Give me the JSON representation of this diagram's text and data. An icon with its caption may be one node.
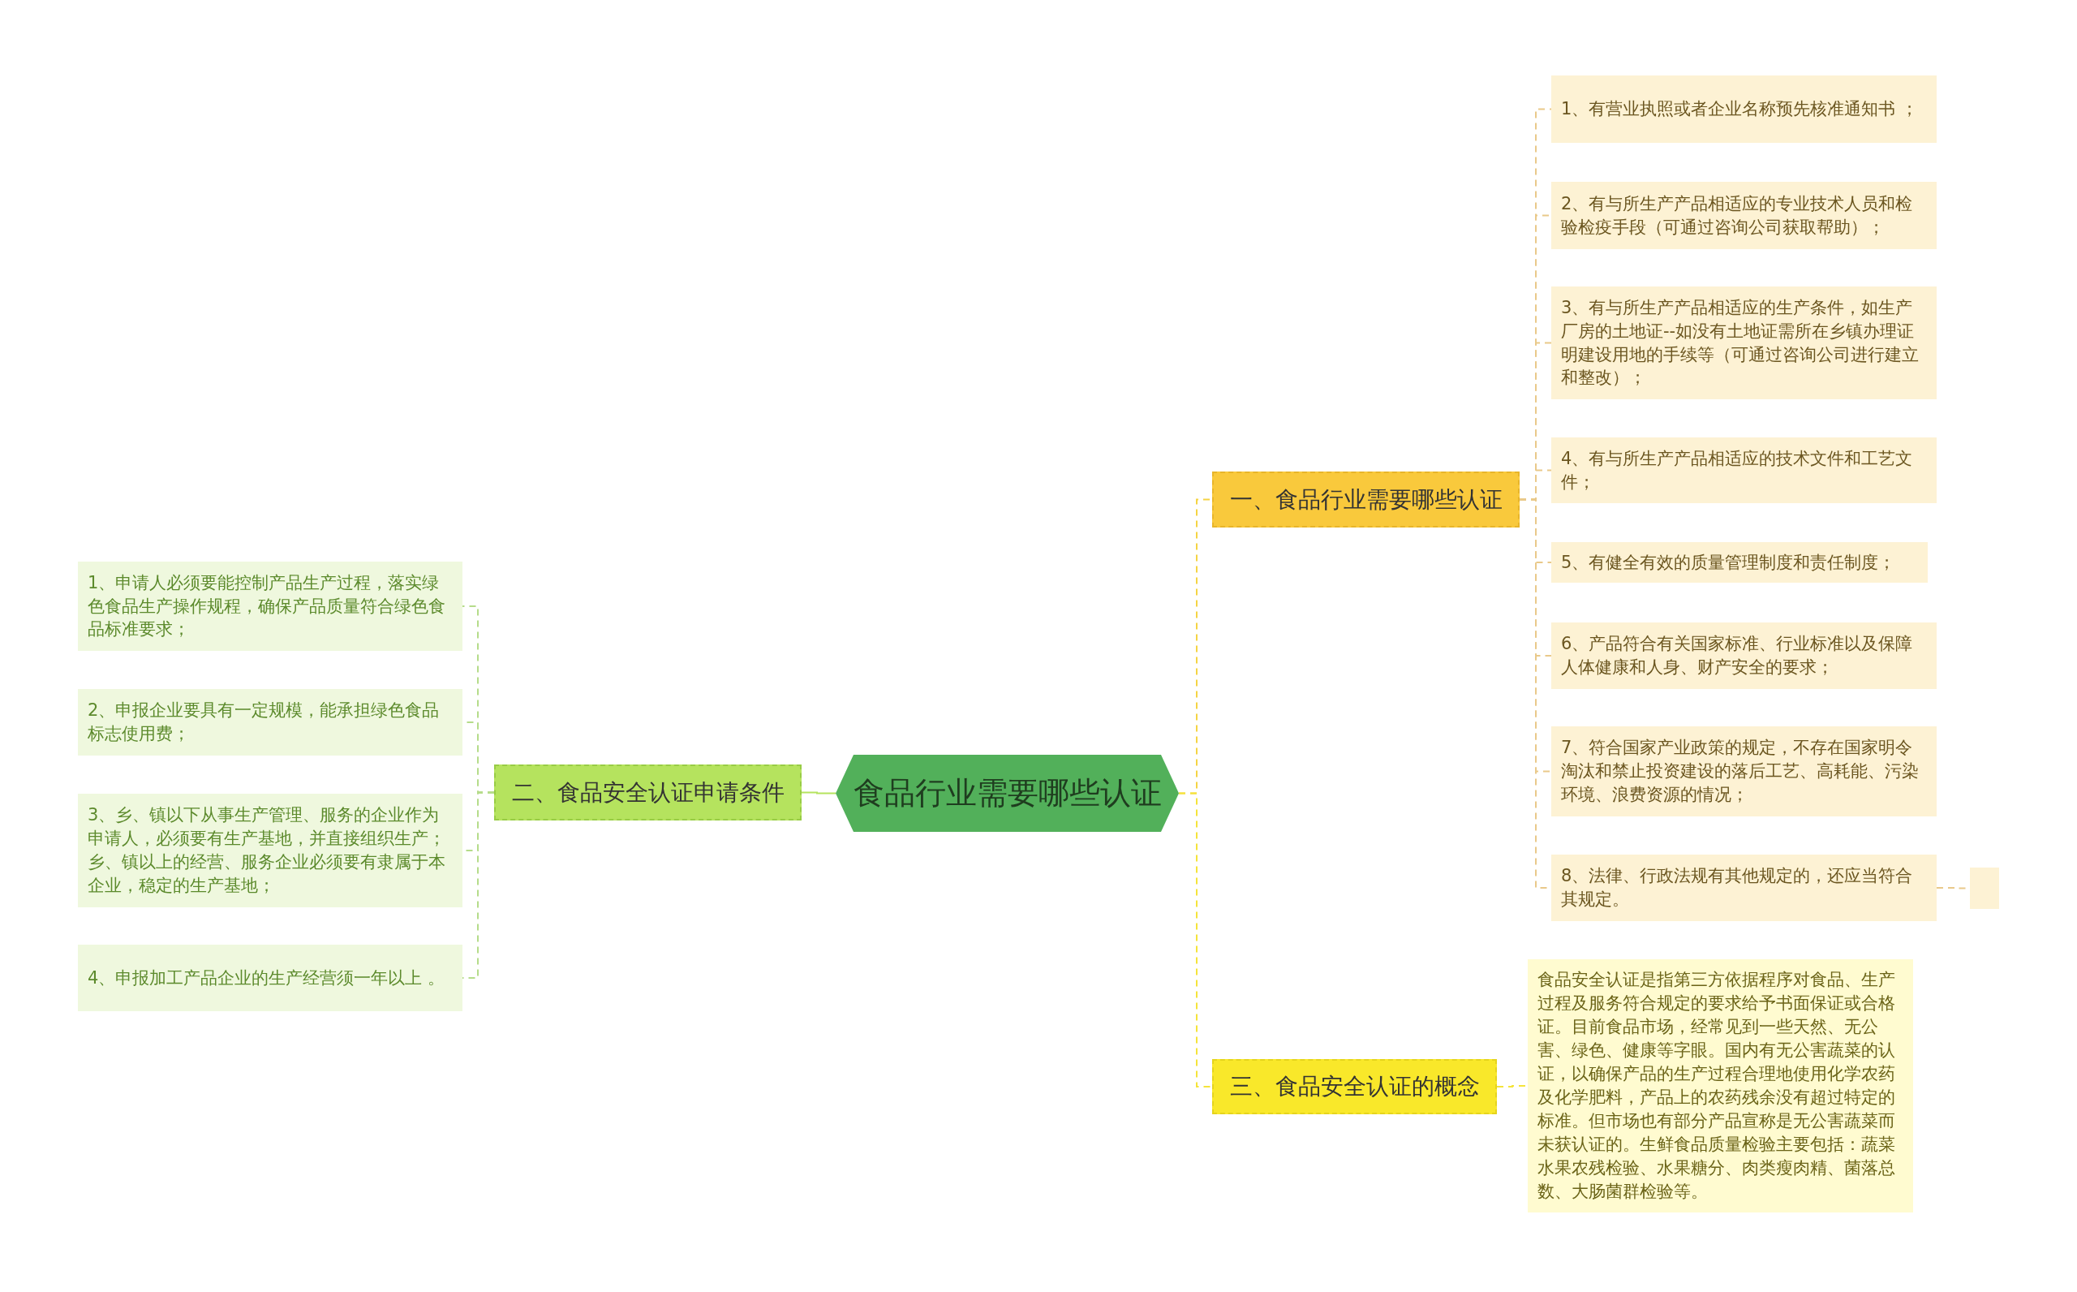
{
  "diagram": {
    "nodes": [
      {
        "text": [
          "食品行业需要哪些认证"
        ]
      },
      {
        "text": [
          "一、食品行业需要哪些认证"
        ]
      },
      {
        "text": [
          "1、有营业执照或者企业名称预先核准通知书 ；"
        ]
      },
      {
        "text": [
          "2、有与所生产产品相适应的专业技术人员和检验检疫手段（可通过咨询公司获取帮助）；"
        ]
      },
      {
        "text": [
          "3、有与所生产产品相适应的生产条件，如生产厂房的土地证--如没有土地证需所在乡镇办理证明建设用地的手续等（可通过咨询公司进行建立和整改）；"
        ]
      },
      {
        "text": [
          "4、有与所生产产品相适应的技术文件和工艺文件；"
        ]
      },
      {
        "text": [
          "5、有健全有效的质量管理制度和责任制度；"
        ]
      },
      {
        "text": [
          "6、产品符合有关国家标准、行业标准以及保障人体健康和人身、财产安全的要求；"
        ]
      },
      {
        "text": [
          "7、符合国家产业政策的规定，不存在国家明令淘汰和禁止投资建设的落后工艺、高耗能、污染环境、浪费资源的情况；"
        ]
      },
      {
        "text": [
          "8、法律、行政法规有其他规定的，还应当符合其规定。"
        ]
      },
      {
        "text": [],
        "shape": "box"
      },
      {
        "text": [
          "二、食品安全认证申请条件"
        ]
      },
      {
        "text": [
          "1、申请人必须要能控制产品生产过程，落实绿色食品生产操作规程，确保产品质量符合绿色食品标准要求；"
        ]
      },
      {
        "text": [
          "2、申报企业要具有一定规模，能承担绿色食品标志使用费；"
        ]
      },
      {
        "text": [
          "3、乡、镇以下从事生产管理、服务的企业作为申请人，必须要有生产基地，并直接组织生产；乡、镇以上的经营、服务企业必须要有隶属于本企业，稳定的生产基地；"
        ]
      },
      {
        "text": [
          "4、申报加工产品企业的生产经营须一年以上 。"
        ]
      },
      {
        "text": [
          "三、食品安全认证的概念"
        ]
      },
      {
        "text": [
          "食品安全认证是指第三方依据程序对食品、生产过程及服务符合规定的要求给予书面保证或合格证。目前食品市场，经常见到一些天然、无公害、绿色、健康等字眼。国内有无公害蔬菜的认证，以确保产品的生产过程合理地使用化学农药及化学肥料，产品上的农药残余没有超过特定的标准。但市场也有部分产品宣称是无公害蔬菜而未获认证的。生鲜食品质量检验主要包括：蔬菜水果农残检验、水果糖分、肉类瘦肉精、菌落总数、大肠菌群检验等。"
        ]
      }
    ],
    "edges": [
      {
        "from": 0,
        "to": 1,
        "arrow": "none",
        "style": "dashed",
        "color": "#f5d443"
      },
      {
        "from": 1,
        "to": 2,
        "arrow": "none",
        "style": "dashed",
        "color": "#e9c98a"
      },
      {
        "from": 1,
        "to": 3,
        "arrow": "none",
        "style": "dashed",
        "color": "#e9c98a"
      },
      {
        "from": 1,
        "to": 4,
        "arrow": "none",
        "style": "dashed",
        "color": "#e9c98a"
      },
      {
        "from": 1,
        "to": 5,
        "arrow": "none",
        "style": "dashed",
        "color": "#e9c98a"
      },
      {
        "from": 1,
        "to": 6,
        "arrow": "none",
        "style": "dashed",
        "color": "#e9c98a"
      },
      {
        "from": 1,
        "to": 7,
        "arrow": "none",
        "style": "dashed",
        "color": "#e9c98a"
      },
      {
        "from": 1,
        "to": 8,
        "arrow": "none",
        "style": "dashed",
        "color": "#e9c98a"
      },
      {
        "from": 1,
        "to": 9,
        "arrow": "none",
        "style": "dashed",
        "color": "#e9c98a"
      },
      {
        "from": 9,
        "to": 10,
        "arrow": "none",
        "style": "dashed",
        "color": "#e9c98a"
      },
      {
        "from": 0,
        "to": 11,
        "arrow": "none",
        "color": "#b5e35e"
      },
      {
        "from": 11,
        "to": 12,
        "arrow": "none",
        "style": "dashed",
        "color": "#b5dc8a"
      },
      {
        "from": 11,
        "to": 13,
        "arrow": "none",
        "style": "dashed",
        "color": "#b5dc8a"
      },
      {
        "from": 11,
        "to": 14,
        "arrow": "none",
        "style": "dashed",
        "color": "#b5dc8a"
      },
      {
        "from": 11,
        "to": 15,
        "arrow": "none",
        "style": "dashed",
        "color": "#b5dc8a"
      },
      {
        "from": 0,
        "to": 16,
        "arrow": "none",
        "style": "dashed",
        "color": "#f5e43a"
      },
      {
        "from": 16,
        "to": 17,
        "arrow": "none",
        "style": "dashed",
        "color": "#f5e43a"
      }
    ]
  }
}
